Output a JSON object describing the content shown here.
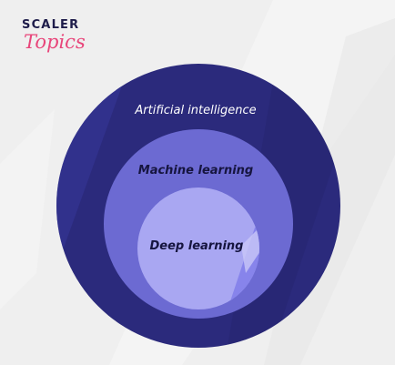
{
  "logo": {
    "brand": "SCALER",
    "product": "Topics"
  },
  "diagram": {
    "outer_label": "Artificial intelligence",
    "middle_label": "Machine learning",
    "inner_label": "Deep learning"
  },
  "colors": {
    "background": "#efefef",
    "outer_circle": "#2b2a7c",
    "middle_circle": "#6c6ad2",
    "inner_circle": "#a9a7f2",
    "logo_dark": "#1e1c4a",
    "logo_accent": "#e8457a"
  }
}
